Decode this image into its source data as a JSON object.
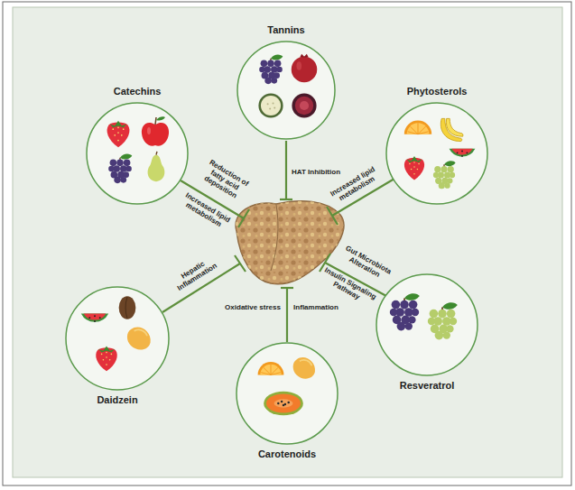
{
  "diagram": {
    "nodes": [
      {
        "text": [
          "Tannins"
        ]
      },
      {
        "text": [
          "Catechins"
        ]
      },
      {
        "text": [
          "Phytosterols"
        ]
      },
      {
        "text": [
          "Daidzein"
        ]
      },
      {
        "text": [
          "Carotenoids"
        ]
      },
      {
        "text": [
          "Resveratrol"
        ]
      }
    ],
    "labels": [
      "Reduction of fatty acid deposition",
      "Increased lipid metabolism",
      "HAT Inhibition",
      "Increased lipid metabolism",
      "Hepatic Inflammation",
      "Oxidative stress",
      "Inflammation",
      "Gut Microbiota Alteration",
      "Insulin Signaling Pathway"
    ]
  }
}
